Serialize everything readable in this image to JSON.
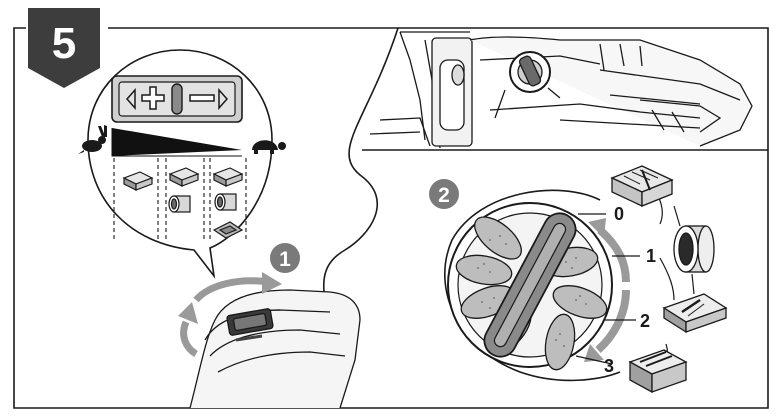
{
  "step": {
    "number": "5"
  },
  "callouts": [
    {
      "id": "callout-1",
      "label": "1"
    },
    {
      "id": "callout-2",
      "label": "2"
    }
  ],
  "dial": {
    "positions": [
      {
        "label": "0"
      },
      {
        "label": "1"
      },
      {
        "label": "2"
      },
      {
        "label": "3"
      }
    ]
  },
  "speed_indicator": {
    "plus_symbol": "+",
    "minus_symbol": "−"
  },
  "icons": {
    "fast": "rabbit-icon",
    "slow": "turtle-icon",
    "left_arrow": "triangle-left-icon",
    "right_arrow": "triangle-right-icon"
  },
  "colors": {
    "step_badge": "#3d3d3d",
    "callout_badge": "#7a7a7a",
    "line": "#1a1a1a",
    "dial_segment": "#bdbdbd",
    "lever": "#8a8a8a"
  }
}
